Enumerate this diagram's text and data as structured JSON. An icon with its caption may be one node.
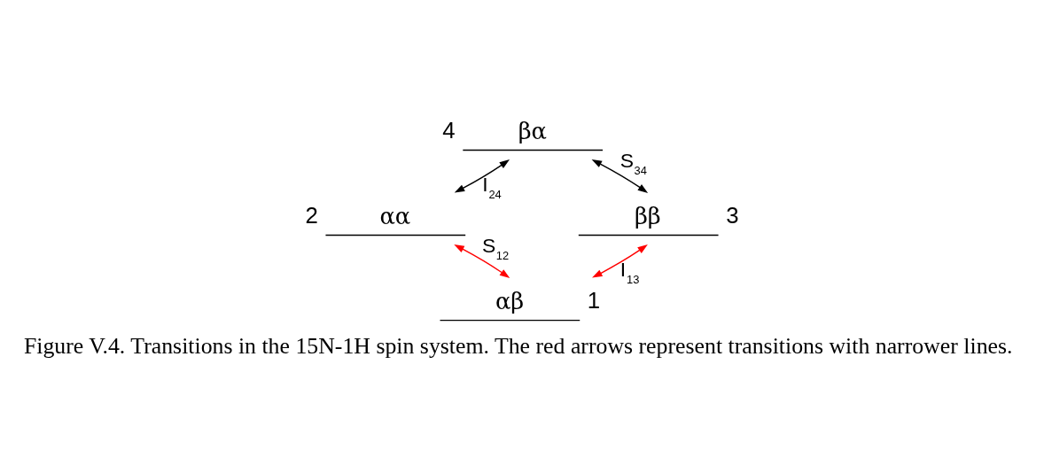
{
  "diagram": {
    "caption": "Figure V.4. Transitions in the 15N-1H spin system. The red arrows represent transitions with narrower lines.",
    "nodes": [
      {
        "text": [
          "4",
          "βα"
        ]
      },
      {
        "text": [
          "ββ",
          "3"
        ]
      },
      {
        "text": [
          "2",
          "αα"
        ]
      },
      {
        "text": [
          "αβ",
          "1"
        ]
      }
    ],
    "edges": [
      {
        "from": 2,
        "to": 0,
        "arrow": "both",
        "label": "I$_{24}$"
      },
      {
        "from": 0,
        "to": 1,
        "arrow": "both",
        "label": "S$_{34}$"
      },
      {
        "from": 2,
        "to": 3,
        "arrow": "both",
        "label": "S$_{12}$",
        "color": "#ff0000"
      },
      {
        "from": 3,
        "to": 1,
        "arrow": "both",
        "label": "I$_{13}$",
        "color": "#ff0000"
      }
    ]
  }
}
